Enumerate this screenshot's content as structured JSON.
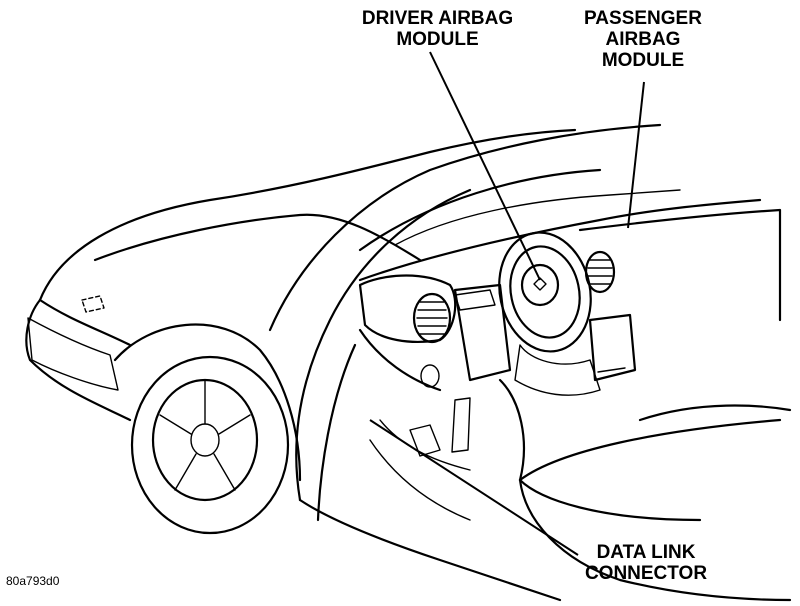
{
  "labels": {
    "driver_airbag_line1": "DRIVER AIRBAG",
    "driver_airbag_line2": "MODULE",
    "passenger_airbag_line1": "PASSENGER",
    "passenger_airbag_line2": "AIRBAG",
    "passenger_airbag_line3": "MODULE",
    "data_link_line1": "DATA LINK",
    "data_link_line2": "CONNECTOR"
  },
  "figure_id": "80a793d0"
}
